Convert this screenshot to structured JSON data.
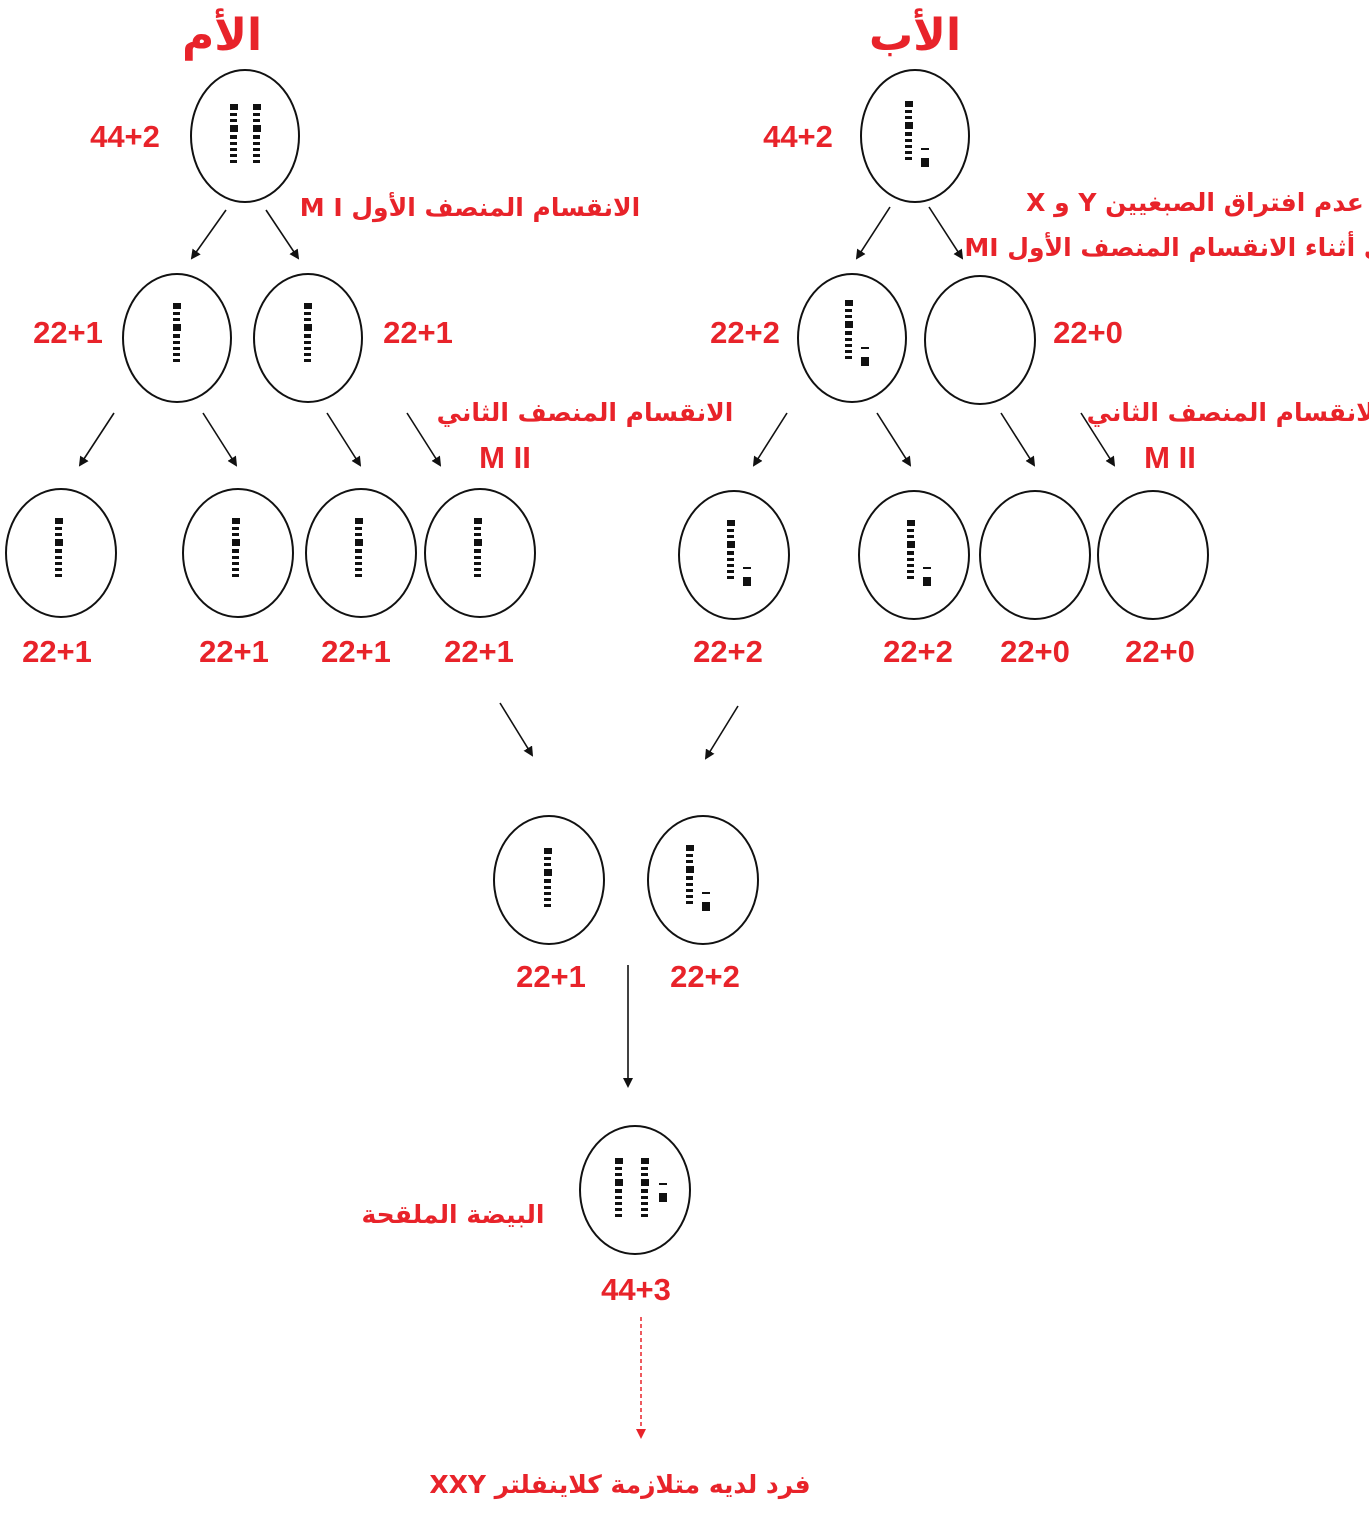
{
  "colors": {
    "label": "#e8232a",
    "line": "#111111"
  },
  "mother": {
    "title": "الأم",
    "parent_count": "44+2",
    "mi_label": "الانقسام المنصف الأول M I",
    "mii_label_ar": "الانقسام المنصف الثاني",
    "mii_label_code": "M II",
    "gen2_counts": [
      "22+1",
      "22+1"
    ],
    "gametes": [
      "22+1",
      "22+1",
      "22+1",
      "22+1"
    ]
  },
  "father": {
    "title": "الأب",
    "parent_count": "44+2",
    "nondisjunction_line1": "عدم افتراق الصبغيين Y و X",
    "nondisjunction_line2": "في أثناء الانقسام المنصف الأول MI",
    "mii_label_ar": "الانقسام المنصف الثاني",
    "mii_label_code": "M II",
    "gen2_counts": [
      "22+2",
      "22+0"
    ],
    "gametes": [
      "22+2",
      "22+2",
      "22+0",
      "22+0"
    ]
  },
  "fertilization": {
    "egg_count": "22+1",
    "sperm_count": "22+2",
    "zygote_label": "البيضة الملقحة",
    "zygote_count": "44+3",
    "result": "فرد لديه متلازمة كلاينفلتر  XXY"
  }
}
